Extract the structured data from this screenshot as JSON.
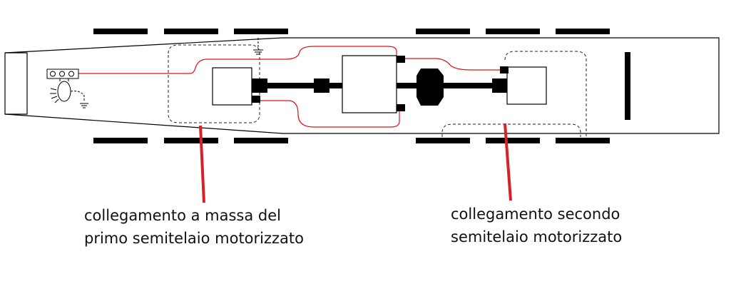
{
  "captions": {
    "first_line1": "collegamento a massa del",
    "first_line2": "primo semitelaio motorizzato",
    "second_line1": "collegamento secondo",
    "second_line2": "semitelaio motorizzato"
  },
  "colors": {
    "outline": "#000000",
    "wire": "#e0101a",
    "pointer": "#d8202a",
    "dashed": "#222222"
  }
}
